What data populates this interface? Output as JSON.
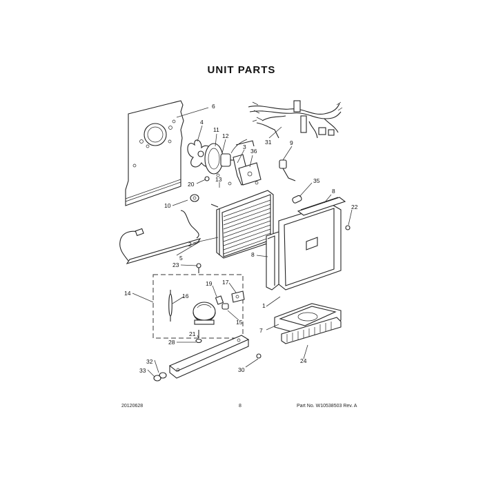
{
  "title": "UNIT PARTS",
  "callouts": [
    "6",
    "4",
    "11",
    "12",
    "3",
    "36",
    "31",
    "9",
    "20",
    "13",
    "35",
    "8",
    "10",
    "22",
    "2",
    "5",
    "8",
    "23",
    "19",
    "17",
    "14",
    "16",
    "15",
    "1",
    "7",
    "21",
    "28",
    "24",
    "32",
    "33",
    "30"
  ],
  "footer": {
    "left": "20120628",
    "center": "8",
    "right": "Part No. W10538503  Rev. A"
  }
}
